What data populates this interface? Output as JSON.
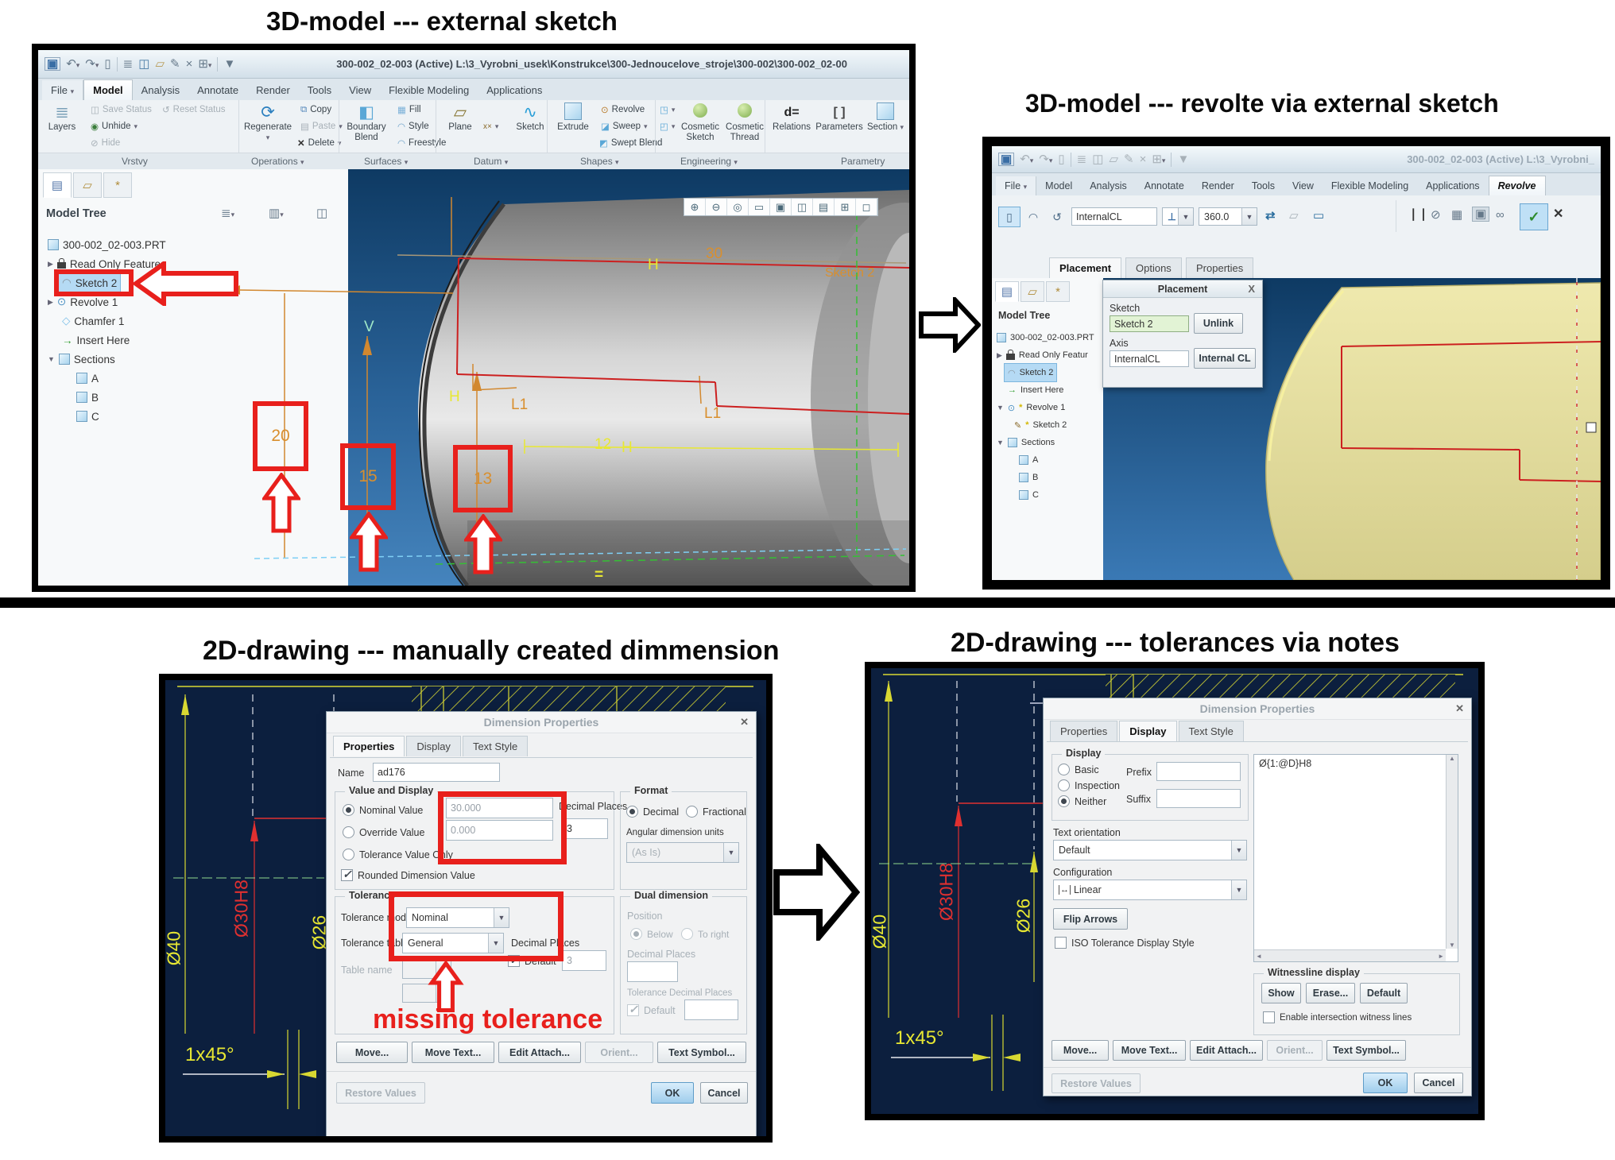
{
  "captions": {
    "top_left": "3D-model --- external sketch",
    "top_right": "3D-model --- revolte via external sketch",
    "bottom_left": "2D-drawing --- manually created dimmension",
    "bottom_right": "2D-drawing --- tolerances via  notes"
  },
  "annotation": {
    "missing_tolerance": "missing tolerance"
  },
  "creo1": {
    "title": "300-002_02-003 (Active) L:\\3_Vyrobni_usek\\Konstrukce\\300-Jednoucelove_stroje\\300-002\\300-002_02-00",
    "file_label": "File",
    "tabs": [
      "Model",
      "Analysis",
      "Annotate",
      "Render",
      "Tools",
      "View",
      "Flexible Modeling",
      "Applications"
    ],
    "ribbon": {
      "groups": [
        "Vrstvy",
        "Operations",
        "Surfaces",
        "Datum",
        "Shapes",
        "Engineering",
        "Parametry"
      ],
      "layers": "Layers",
      "save_status": "Save Status",
      "reset_status": "Reset Status",
      "unhide": "Unhide",
      "hide": "Hide",
      "regenerate": "Regenerate",
      "copy": "Copy",
      "paste": "Paste",
      "delete": "Delete",
      "boundary_blend": "Boundary Blend",
      "fill": "Fill",
      "style": "Style",
      "freestyle": "Freestyle",
      "plane": "Plane",
      "sketch": "Sketch",
      "extrude": "Extrude",
      "revolve": "Revolve",
      "sweep": "Sweep",
      "swept_blend": "Swept Blend",
      "cosmetic_sketch": "Cosmetic Sketch",
      "cosmetic_thread": "Cosmetic Thread",
      "relations": "Relations",
      "parameters": "Parameters",
      "section": "Section"
    },
    "tree": {
      "header": "Model Tree",
      "root": "300-002_02-003.PRT",
      "read_only": "Read Only Features",
      "sketch2": "Sketch 2",
      "revolve1": "Revolve 1",
      "chamfer1": "Chamfer 1",
      "insert_here": "Insert Here",
      "sections": "Sections",
      "sec_a": "A",
      "sec_b": "B",
      "sec_c": "C"
    },
    "viewport": {
      "dim_30": "30",
      "dim_20": "20",
      "dim_15": "15",
      "dim_13": "13",
      "dim_12": "12",
      "label_h": "H",
      "label_v": "V",
      "label_l1": "L1",
      "sketch_label": "Sketch 2",
      "symmetry": "="
    }
  },
  "creo2": {
    "title": "300-002_02-003 (Active) L:\\3_Vyrobni_",
    "file_label": "File",
    "tabs": [
      "Model",
      "Analysis",
      "Annotate",
      "Render",
      "Tools",
      "View",
      "Flexible Modeling",
      "Applications"
    ],
    "revolve_tab": "Revolve",
    "dashboard": {
      "axis_value": "InternalCL",
      "angle_value": "360.0"
    },
    "subtabs": [
      "Placement",
      "Options",
      "Properties"
    ],
    "placement": {
      "title": "Placement",
      "sketch_label": "Sketch",
      "sketch_value": "Sketch 2",
      "unlink": "Unlink",
      "axis_label": "Axis",
      "axis_value": "InternalCL",
      "axis_button": "Internal CL"
    },
    "tree": {
      "header": "Model Tree",
      "root": "300-002_02-003.PRT",
      "read_only": "Read Only Featur",
      "sketch2": "Sketch 2",
      "insert_here": "Insert Here",
      "revolve1": "Revolve 1",
      "sketch2_sub": "Sketch 2",
      "sections": "Sections",
      "sec_a": "A",
      "sec_b": "B",
      "sec_c": "C"
    }
  },
  "drawing1": {
    "dia40": "Ø40",
    "dia30h8": "Ø30H8",
    "dia26": "Ø26",
    "chamfer": "1x45°"
  },
  "drawing2": {
    "dia40": "Ø40",
    "dia30h8": "Ø30H8",
    "dia26": "Ø26",
    "chamfer": "1x45°"
  },
  "dialog1": {
    "title": "Dimension Properties",
    "tabs": [
      "Properties",
      "Display",
      "Text Style"
    ],
    "name_label": "Name",
    "name_value": "ad176",
    "value_display": {
      "legend": "Value and Display",
      "nominal": "Nominal Value",
      "override": "Override Value",
      "tolerance_only": "Tolerance Value Only",
      "nominal_value": "30.000",
      "override_value": "0.000",
      "rounded": "Rounded Dimension Value",
      "decimal_places": "Decimal Places",
      "decimal_places_value": "3"
    },
    "format": {
      "legend": "Format",
      "decimal": "Decimal",
      "fractional": "Fractional",
      "angular_label": "Angular dimension units",
      "angular_value": "(As Is)"
    },
    "tolerance": {
      "legend": "Tolerance",
      "mode_label": "Tolerance mode",
      "mode_value": "Nominal",
      "table_label": "Tolerance table",
      "table_value": "General",
      "table_name_label": "Table name",
      "decimal_places": "Decimal Places",
      "default_label": "Default",
      "default_value": "3"
    },
    "dual": {
      "legend": "Dual dimension",
      "position": "Position",
      "below": "Below",
      "to_right": "To right",
      "decimal_places": "Decimal Places",
      "tolerance_decimal": "Tolerance Decimal Places",
      "default_label": "Default"
    },
    "move": "Move...",
    "move_text": "Move Text...",
    "edit_attach": "Edit Attach...",
    "orient": "Orient...",
    "text_symbol": "Text Symbol...",
    "restore": "Restore Values",
    "ok": "OK",
    "cancel": "Cancel"
  },
  "dialog2": {
    "title": "Dimension Properties",
    "tabs": [
      "Properties",
      "Display",
      "Text Style"
    ],
    "display": {
      "legend": "Display",
      "basic": "Basic",
      "inspection": "Inspection",
      "neither": "Neither",
      "prefix": "Prefix",
      "suffix": "Suffix"
    },
    "text_orientation_label": "Text orientation",
    "text_orientation_value": "Default",
    "configuration_label": "Configuration",
    "configuration_value": "Linear",
    "flip_arrows": "Flip Arrows",
    "iso": "ISO Tolerance Display Style",
    "note_text": "Ø{1:@D}H8",
    "witness": {
      "legend": "Witnessline display",
      "show": "Show",
      "erase": "Erase...",
      "default_label": "Default",
      "enable": "Enable intersection witness lines"
    },
    "move": "Move...",
    "move_text": "Move Text...",
    "edit_attach": "Edit Attach...",
    "orient": "Orient...",
    "text_symbol": "Text Symbol...",
    "restore": "Restore Values",
    "ok": "OK",
    "cancel": "Cancel"
  }
}
